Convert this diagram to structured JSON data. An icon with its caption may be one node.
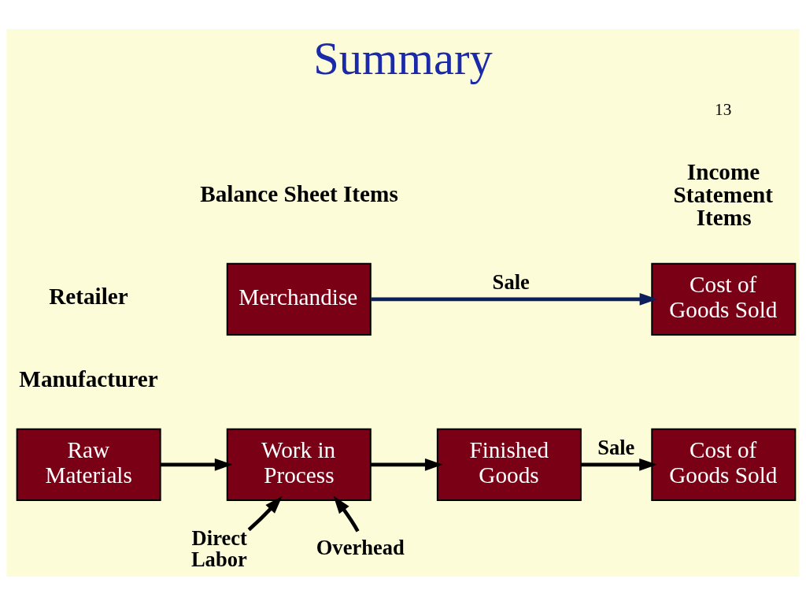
{
  "diagram": {
    "title": "Summary",
    "nodes": [
      {
        "text": [
          "Merchandise"
        ]
      },
      {
        "text": [
          "Cost of Goods Sold"
        ]
      },
      {
        "text": [
          "Raw Materials"
        ]
      },
      {
        "text": [
          "Work in Process"
        ]
      },
      {
        "text": [
          "Finished Goods"
        ]
      },
      {
        "text": [
          "Cost of Goods Sold"
        ]
      },
      {
        "text": [
          "Direct Labor"
        ]
      },
      {
        "text": [
          "Overhead"
        ]
      }
    ],
    "edges": [
      {
        "from": 0,
        "to": 1,
        "arrow": "to",
        "label": "Sale",
        "color": "#0a1f5c"
      },
      {
        "from": 2,
        "to": 3,
        "arrow": "to"
      },
      {
        "from": 3,
        "to": 4,
        "arrow": "to"
      },
      {
        "from": 4,
        "to": 5,
        "arrow": "to",
        "label": "Sale"
      },
      {
        "from": 6,
        "to": 3,
        "arrow": "to"
      },
      {
        "from": 7,
        "to": 3,
        "arrow": "to"
      }
    ],
    "labels": [
      "13",
      "Balance Sheet Items",
      "Income Statement Items",
      "Retailer",
      "Manufacturer"
    ]
  }
}
